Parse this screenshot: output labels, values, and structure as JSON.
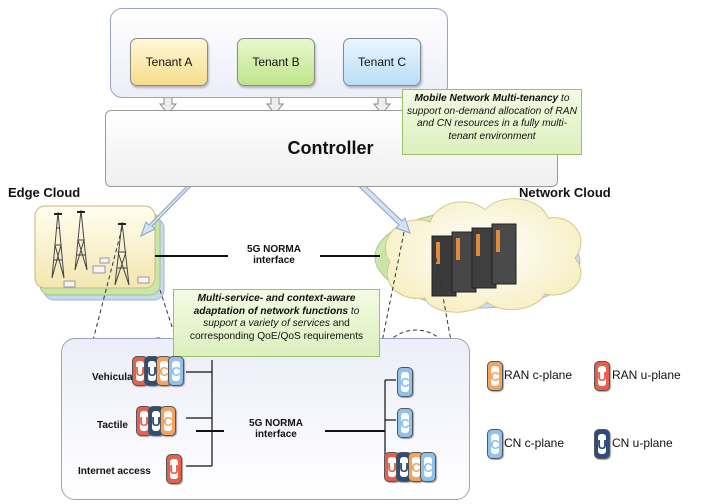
{
  "tenants": [
    "Tenant A",
    "Tenant B",
    "Tenant C"
  ],
  "controller": "Controller",
  "edge_cloud": "Edge Cloud",
  "network_cloud": "Network Cloud",
  "callout_top": {
    "bold": "Mobile Network Multi-tenancy",
    "rest1": " to support on-demand allocation of RAN and CN resources in a fully multi-tenant environment"
  },
  "callout_mid": {
    "bold": "Multi-service- and context-aware adaptation of network functions",
    "rest1": " to support a variety of services",
    "rest2": " and corresponding QoE/QoS requirements"
  },
  "interface_top": [
    "5G NORMA",
    "interface"
  ],
  "interface_bottom": [
    "5G NORMA",
    "interface"
  ],
  "services": [
    "Vehicular",
    "Tactile",
    "Internet access"
  ],
  "legend": {
    "ran_c": "RAN c-plane",
    "ran_u": "RAN u-plane",
    "cn_c": "CN c-plane",
    "cn_u": "CN u-plane"
  },
  "glyphs": {
    "u": "U",
    "c": "C"
  },
  "colors": {
    "ran_c": "#f4a460",
    "ran_u": "#e8604c",
    "cn_c": "#8fc3ee",
    "cn_u": "#2e4d7a"
  }
}
